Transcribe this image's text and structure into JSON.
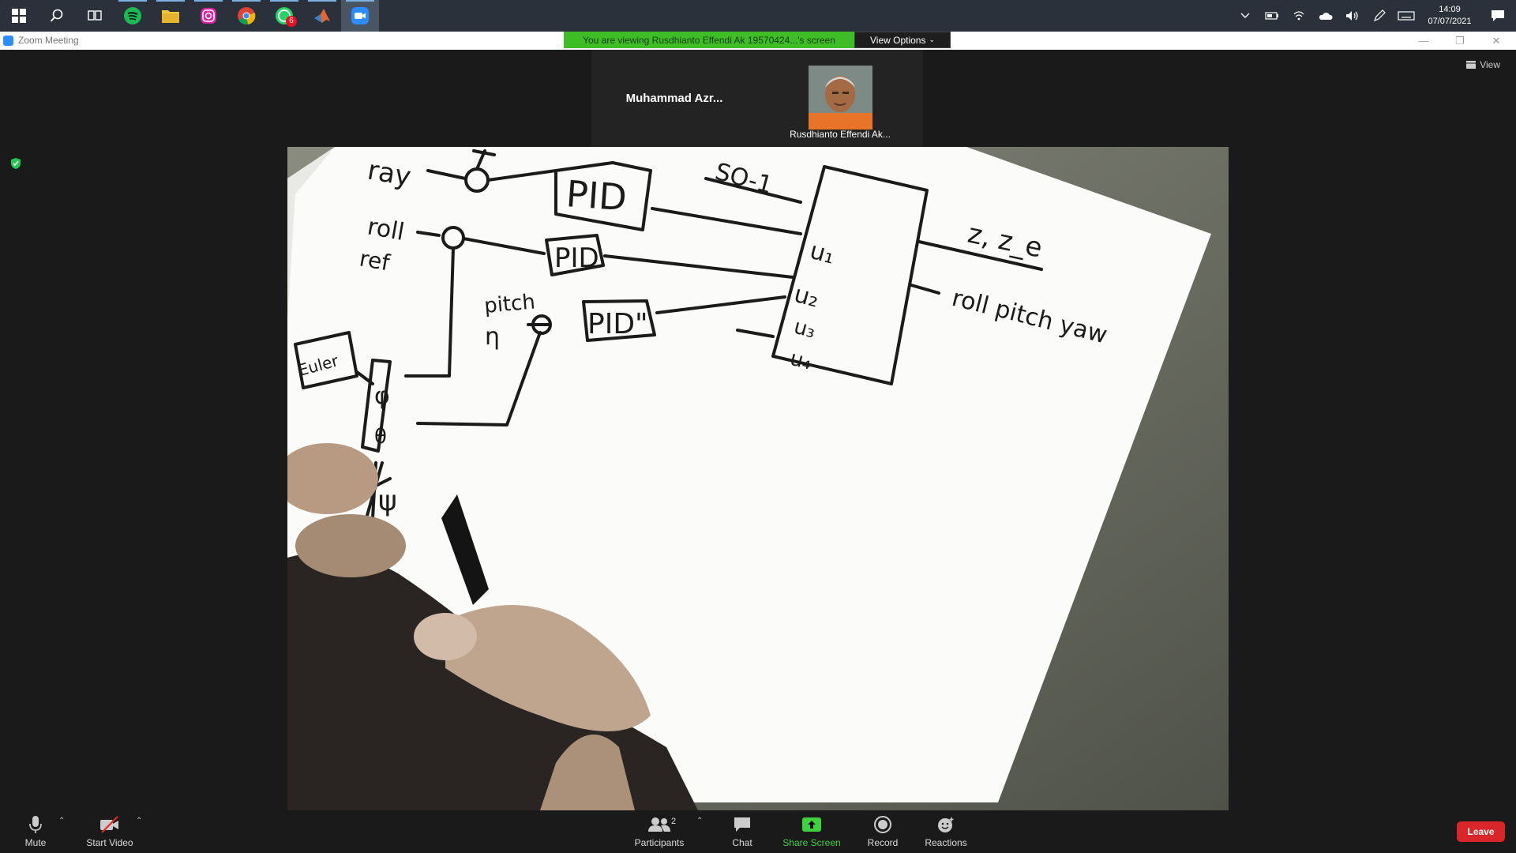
{
  "taskbar": {
    "apps": [
      {
        "name": "start-icon"
      },
      {
        "name": "search-icon"
      },
      {
        "name": "task-view-icon"
      },
      {
        "name": "spotify-icon"
      },
      {
        "name": "file-explorer-icon"
      },
      {
        "name": "instagram-icon"
      },
      {
        "name": "chrome-icon"
      },
      {
        "name": "whatsapp-icon",
        "badge": "6"
      },
      {
        "name": "matlab-icon"
      },
      {
        "name": "zoom-icon"
      }
    ],
    "clock": {
      "time": "14:09",
      "date": "07/07/2021"
    }
  },
  "window": {
    "title": "Zoom Meeting",
    "viewing_banner": "You are viewing Rusdhianto Effendi Ak 19570424...'s screen",
    "view_options": "View Options",
    "view_button": "View"
  },
  "participants_strip": [
    {
      "name": "Muhammad  Azr..."
    },
    {
      "name": "Rusdhianto Effendi Ak..."
    }
  ],
  "toolbar": {
    "mute": "Mute",
    "start_video": "Start Video",
    "participants": "Participants",
    "participants_count": "2",
    "chat": "Chat",
    "share_screen": "Share Screen",
    "record": "Record",
    "reactions": "Reactions",
    "leave": "Leave"
  },
  "colors": {
    "share_green": "#3fd13f",
    "banner_green": "#3fbd27",
    "leave_red": "#d9262a",
    "zoom_blue": "#2d8cff"
  }
}
